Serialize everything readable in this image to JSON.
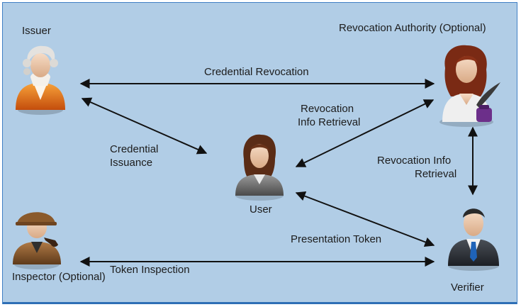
{
  "actors": {
    "issuer": {
      "label": "Issuer",
      "icon": "issuer-icon"
    },
    "revocation_authority": {
      "label": "Revocation Authority (Optional)",
      "icon": "revocation-authority-icon"
    },
    "user": {
      "label": "User",
      "icon": "user-icon"
    },
    "inspector": {
      "label": "Inspector (Optional)",
      "icon": "inspector-icon"
    },
    "verifier": {
      "label": "Verifier",
      "icon": "verifier-icon"
    }
  },
  "flows": {
    "credential_revocation": "Credential Revocation",
    "revocation_info_retrieval_user_1": "Revocation",
    "revocation_info_retrieval_user_2": "Info Retrieval",
    "credential_issuance_1": "Credential",
    "credential_issuance_2": "Issuance",
    "revocation_info_retrieval_verifier_1": "Revocation Info",
    "revocation_info_retrieval_verifier_2": "Retrieval",
    "presentation_token": "Presentation Token",
    "token_inspection": "Token Inspection"
  },
  "colors": {
    "background": "#b1cde6",
    "border": "#3f7fc4",
    "arrow": "#111111"
  }
}
